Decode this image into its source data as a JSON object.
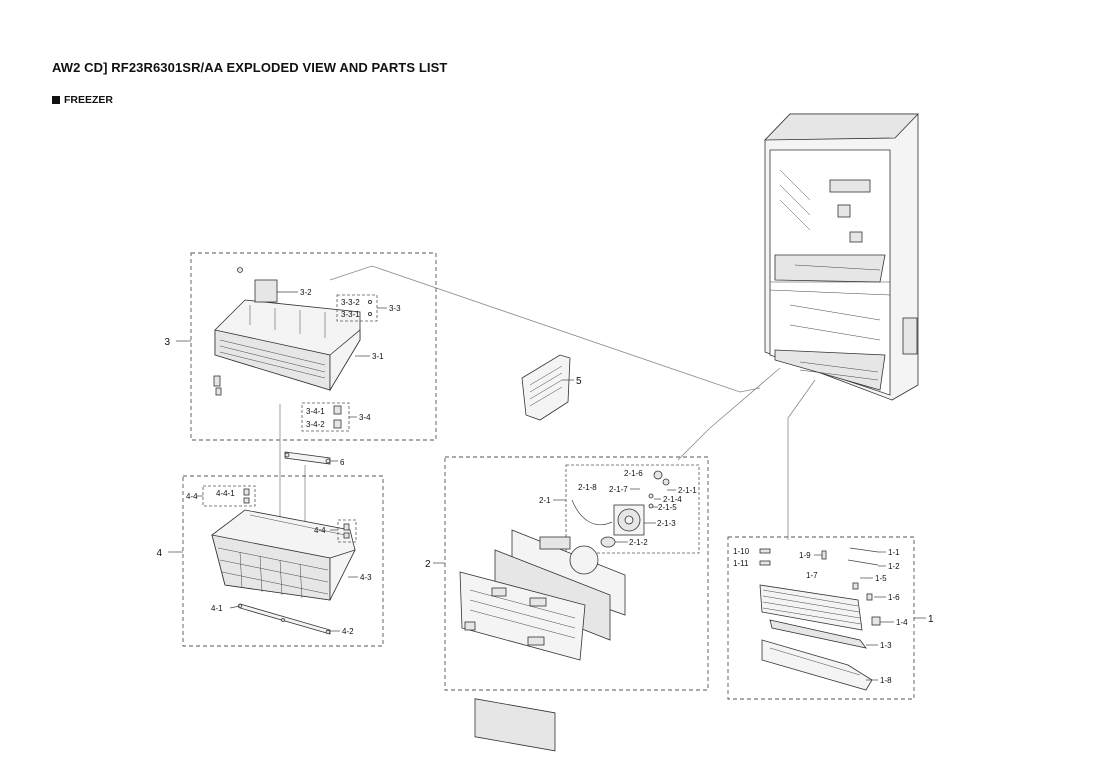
{
  "header": {
    "title": "AW2 CD] RF23R6301SR/AA EXPLODED VIEW AND PARTS LIST",
    "section": "FREEZER"
  },
  "icons": {
    "section_marker": "filled-square-icon"
  },
  "callouts": {
    "c3": "3",
    "c3_1": "3-1",
    "c3_2": "3-2",
    "c3_3": "3-3",
    "c3_3_1": "3-3-1",
    "c3_3_2": "3-3-2",
    "c3_4": "3-4",
    "c3_4_1": "3-4-1",
    "c3_4_2": "3-4-2",
    "c4": "4",
    "c4_1": "4-1",
    "c4_2": "4-2",
    "c4_3": "4-3",
    "c4_4a": "4-4",
    "c4_4b": "4-4",
    "c4_4_1": "4-4-1",
    "c5": "5",
    "c6": "6",
    "c2": "2",
    "c2_1": "2-1",
    "c2_1_1": "2-1-1",
    "c2_1_2": "2-1-2",
    "c2_1_3": "2-1-3",
    "c2_1_4": "2-1-4",
    "c2_1_5": "2-1-5",
    "c2_1_6": "2-1-6",
    "c2_1_7": "2-1-7",
    "c2_1_8": "2-1-8",
    "c1": "1",
    "c1_1": "1-1",
    "c1_2": "1-2",
    "c1_3": "1-3",
    "c1_4": "1-4",
    "c1_5": "1-5",
    "c1_6": "1-6",
    "c1_7": "1-7",
    "c1_8": "1-8",
    "c1_9": "1-9",
    "c1_10": "1-10",
    "c1_11": "1-11"
  }
}
